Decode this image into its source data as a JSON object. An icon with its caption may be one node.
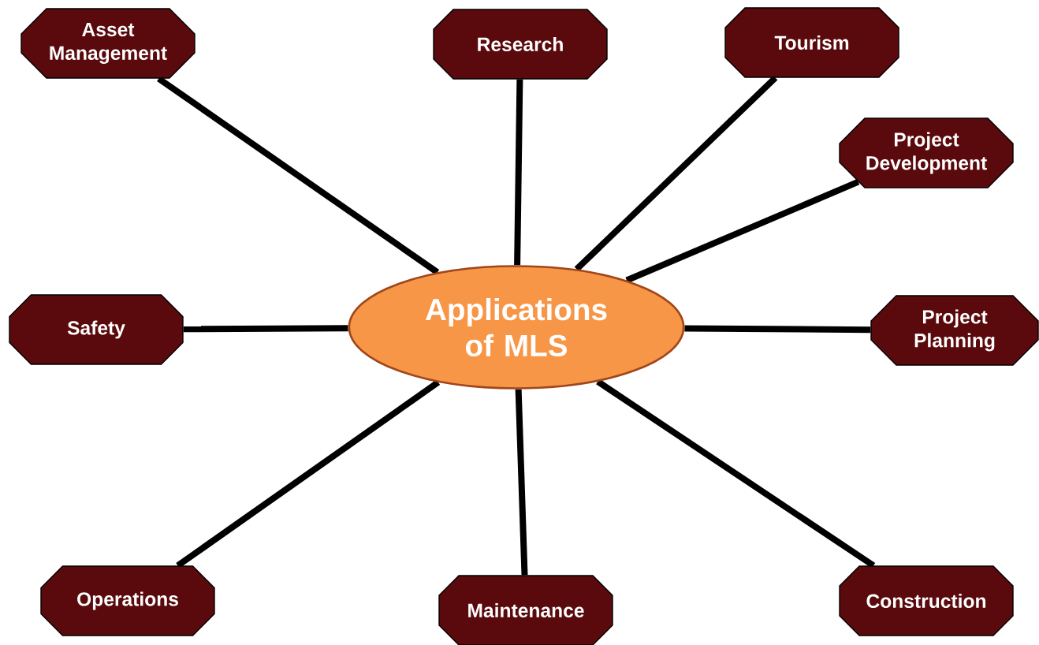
{
  "diagram": {
    "nodes": [
      {
        "text": [
          "Applications of MLS"
        ]
      },
      {
        "text": [
          "Asset Management"
        ]
      },
      {
        "text": [
          "Research"
        ]
      },
      {
        "text": [
          "Tourism"
        ]
      },
      {
        "text": [
          "Project Development"
        ]
      },
      {
        "text": [
          "Safety"
        ]
      },
      {
        "text": [
          "Project Planning"
        ]
      },
      {
        "text": [
          "Operations"
        ]
      },
      {
        "text": [
          "Maintenance"
        ]
      },
      {
        "text": [
          "Construction"
        ]
      }
    ],
    "edges": [
      {
        "from": 0,
        "to": 1,
        "arrow": "none"
      },
      {
        "from": 0,
        "to": 2,
        "arrow": "none"
      },
      {
        "from": 0,
        "to": 3,
        "arrow": "none"
      },
      {
        "from": 0,
        "to": 4,
        "arrow": "none"
      },
      {
        "from": 0,
        "to": 5,
        "arrow": "none"
      },
      {
        "from": 0,
        "to": 6,
        "arrow": "none"
      },
      {
        "from": 0,
        "to": 7,
        "arrow": "none"
      },
      {
        "from": 0,
        "to": 8,
        "arrow": "none"
      },
      {
        "from": 0,
        "to": 9,
        "arrow": "none"
      }
    ]
  }
}
